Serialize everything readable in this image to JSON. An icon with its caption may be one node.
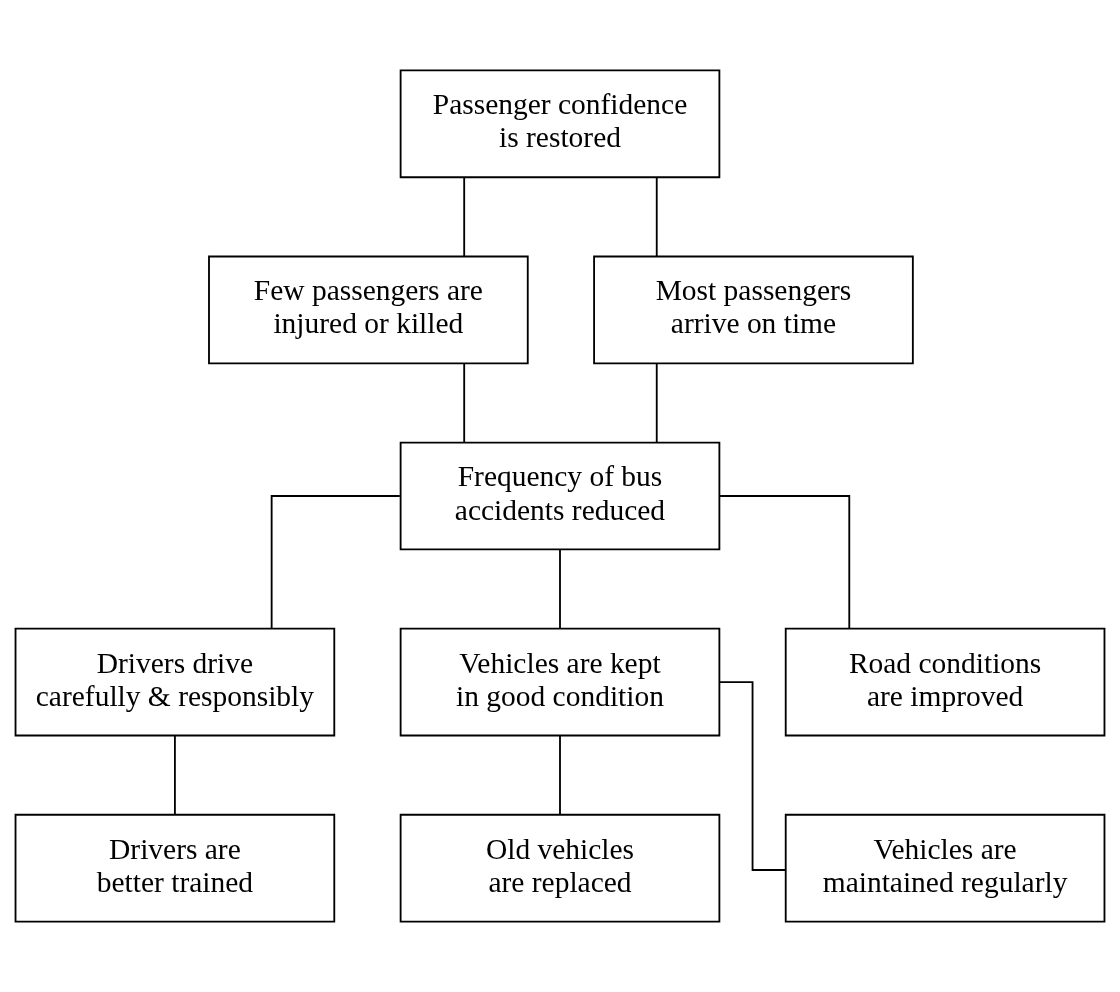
{
  "diagram": {
    "nodes": [
      {
        "text": [
          "Passenger confidence is restored"
        ]
      },
      {
        "text": [
          "Few passengers are injured or killed"
        ]
      },
      {
        "text": [
          "Most passengers arrive on time"
        ]
      },
      {
        "text": [
          "Frequency of bus accidents reduced"
        ]
      },
      {
        "text": [
          "Drivers drive carefully & responsibly"
        ]
      },
      {
        "text": [
          "Vehicles are kept in good condition"
        ]
      },
      {
        "text": [
          "Road conditions are improved"
        ]
      },
      {
        "text": [
          "Drivers are better trained"
        ]
      },
      {
        "text": [
          "Old vehicles are replaced"
        ]
      },
      {
        "text": [
          "Vehicles are maintained regularly"
        ]
      }
    ],
    "edges": [
      {
        "from": 0,
        "to": 1,
        "arrow": "none"
      },
      {
        "from": 0,
        "to": 2,
        "arrow": "none"
      },
      {
        "from": 1,
        "to": 3,
        "arrow": "none"
      },
      {
        "from": 2,
        "to": 3,
        "arrow": "none"
      },
      {
        "from": 3,
        "to": 4,
        "arrow": "none"
      },
      {
        "from": 3,
        "to": 5,
        "arrow": "none"
      },
      {
        "from": 3,
        "to": 6,
        "arrow": "none"
      },
      {
        "from": 4,
        "to": 7,
        "arrow": "none"
      },
      {
        "from": 5,
        "to": 8,
        "arrow": "none"
      },
      {
        "from": 5,
        "to": 9,
        "arrow": "none"
      }
    ]
  }
}
